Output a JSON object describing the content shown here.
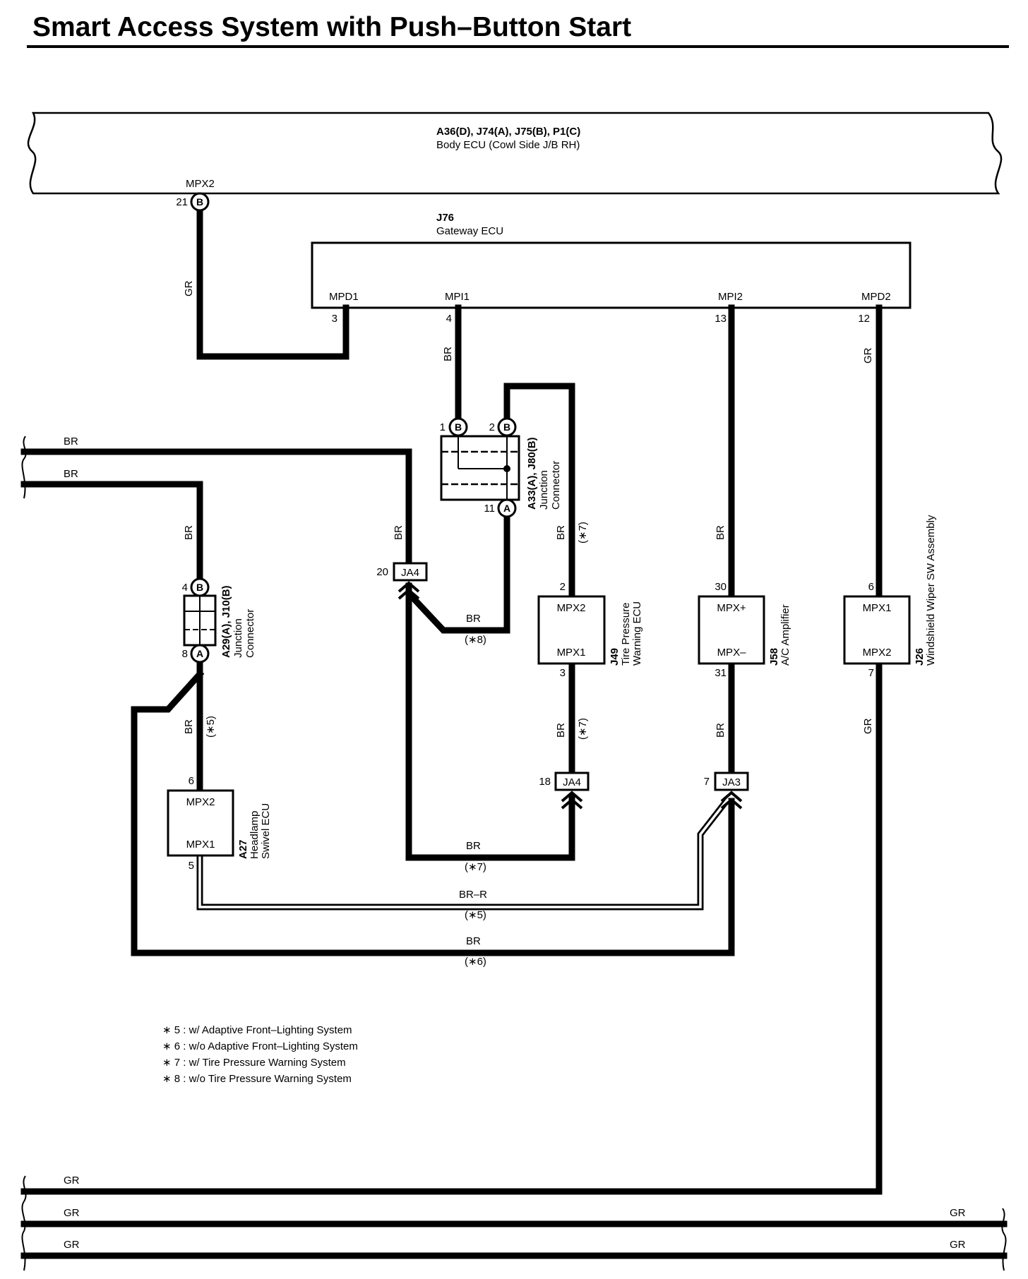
{
  "title": "Smart Access System with Push–Button Start",
  "body_ecu": {
    "connectors": "A36(D), J74(A), J75(B), P1(C)",
    "name": "Body ECU (Cowl Side J/B RH)",
    "pin_label": "MPX2",
    "pin_number": "21",
    "pin_conn": "B"
  },
  "gateway": {
    "code": "J76",
    "name": "Gateway ECU",
    "pins": [
      {
        "label": "MPD1",
        "number": "3"
      },
      {
        "label": "MPI1",
        "number": "4"
      },
      {
        "label": "MPI2",
        "number": "13"
      },
      {
        "label": "MPD2",
        "number": "12"
      }
    ]
  },
  "junction_a33": {
    "code": "A33(A), J80(B)",
    "line1": "Junction",
    "line2": "Connector",
    "pins": [
      "1",
      "2",
      "11"
    ],
    "conns": [
      "B",
      "B",
      "A"
    ]
  },
  "junction_a29": {
    "code": "A29(A), J10(B)",
    "line1": "Junction",
    "line2": "Connector",
    "pins": [
      "4",
      "8"
    ],
    "conns": [
      "B",
      "A"
    ]
  },
  "tire_ecu": {
    "code": "J49",
    "line1": "Tire Pressure",
    "line2": "Warning ECU",
    "top": "MPX2",
    "bottom": "MPX1",
    "pin_top": "2",
    "pin_bottom": "3"
  },
  "ac_amp": {
    "code": "J58",
    "name": "A/C Amplifier",
    "top": "MPX+",
    "bottom": "MPX–",
    "pin_top": "30",
    "pin_bottom": "31"
  },
  "wiper": {
    "code": "J26",
    "name": "Windshield Wiper SW Assembly",
    "top": "MPX1",
    "bottom": "MPX2",
    "pin_top": "6",
    "pin_bottom": "7"
  },
  "headlamp": {
    "code": "A27",
    "line1": "Headlamp",
    "line2": "Swivel ECU",
    "top": "MPX2",
    "bottom": "MPX1",
    "pin_top": "6",
    "pin_bottom": "5"
  },
  "ja": {
    "ja4_upper": "JA4",
    "ja4_upper_pin": "20",
    "ja4_lower": "JA4",
    "ja4_lower_pin": "18",
    "ja3": "JA3",
    "ja3_pin": "7"
  },
  "wire_colors": {
    "br": "BR",
    "gr": "GR",
    "brr": "BR–R"
  },
  "variants": {
    "v5": "(∗5)",
    "v6": "(∗6)",
    "v7": "(∗7)",
    "v8": "(∗8)"
  },
  "notes": [
    "∗ 5 : w/ Adaptive Front–Lighting System",
    "∗ 6 : w/o Adaptive Front–Lighting System",
    "∗ 7 : w/ Tire Pressure Warning System",
    "∗ 8 : w/o Tire Pressure Warning System"
  ]
}
